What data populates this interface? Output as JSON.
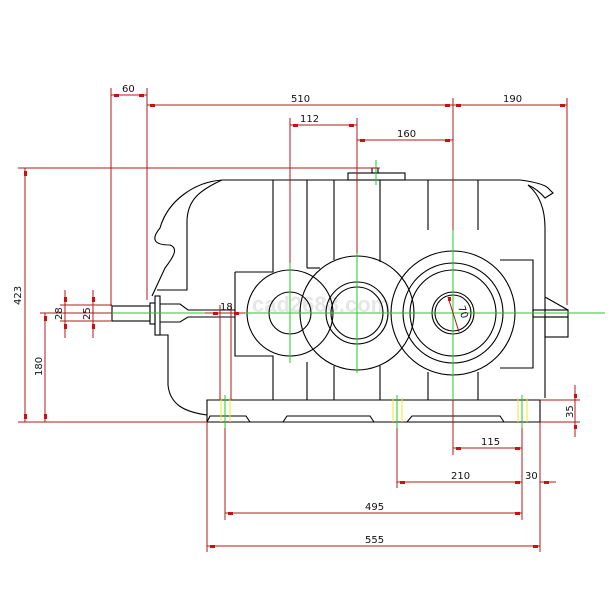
{
  "drawing": {
    "title": "Gear reducer outline drawing",
    "watermark": "cad2688.com",
    "colors": {
      "outline": "#000000",
      "dimension": "#b01818",
      "arrow": "#cc1010",
      "centerline": "#22cc22",
      "bolt_hole": "#e8e820"
    }
  },
  "dimensions": {
    "input_shaft_extension": "60",
    "overall_input_to_output_center": "510",
    "output_shaft_extension": "190",
    "first_center_distance": "112",
    "second_center_distance": "160",
    "overall_height": "423",
    "shaft_center_height": "180",
    "input_shaft_diameter_outer": "28",
    "input_shaft_diameter": "25",
    "input_keyway": "18",
    "output_bore_diameter": "70",
    "base_thickness": "35",
    "output_to_foot_bolt": "115",
    "foot_bolt_spacing_inner": "210",
    "foot_bolt_edge_offset": "30",
    "foot_bolt_spacing_outer": "495",
    "base_overall_length": "555"
  }
}
